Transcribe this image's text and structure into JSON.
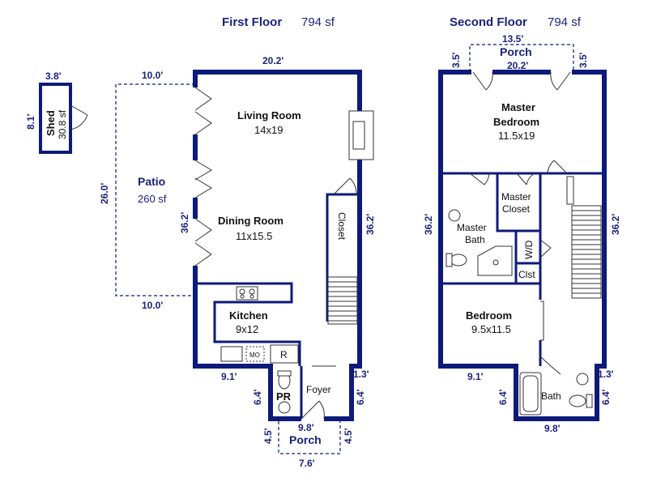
{
  "first_floor": {
    "title": "First Floor",
    "area": "794 sf",
    "dims": {
      "top": "20.2'",
      "left_patio_top": "10.0'",
      "left_patio_bottom": "10.0'",
      "patio_depth": "26.0'",
      "left_side": "36.2'",
      "right_side": "36.2'",
      "bottom_left": "9.1'",
      "bottom_right": "1.3'",
      "notch_left": "6.4'",
      "notch_right": "6.4'",
      "notch_bottom": "9.8'",
      "porch_left": "4.5'",
      "porch_right": "4.5'",
      "porch_width": "7.6'"
    },
    "shed": {
      "label": "Shed",
      "area": "30.8 sf",
      "width": "3.8'",
      "depth": "8.1'"
    },
    "patio": {
      "label": "Patio",
      "area": "260 sf"
    },
    "rooms": {
      "living": {
        "name": "Living Room",
        "size": "14x19"
      },
      "dining": {
        "name": "Dining Room",
        "size": "11x15.5"
      },
      "kitchen": {
        "name": "Kitchen",
        "size": "9x12"
      },
      "closet": {
        "name": "Closet"
      },
      "foyer": {
        "name": "Foyer"
      },
      "powder": {
        "name": "PR"
      },
      "porch": {
        "name": "Porch"
      }
    },
    "appliances": {
      "microwave": "MO",
      "refrigerator": "R"
    }
  },
  "second_floor": {
    "title": "Second Floor",
    "area": "794 sf",
    "dims": {
      "porch_width": "13.5'",
      "porch_left": "3.5'",
      "porch_right": "3.5'",
      "top": "20.2'",
      "left_side": "36.2'",
      "right_side": "36.2'",
      "bottom_left": "9.1'",
      "bottom_right": "1.3'",
      "notch_left": "6.4'",
      "notch_right": "6.4'",
      "notch_bottom": "9.8'"
    },
    "rooms": {
      "porch": {
        "name": "Porch"
      },
      "master_bedroom": {
        "name_line1": "Master",
        "name_line2": "Bedroom",
        "size": "11.5x19"
      },
      "master_closet": {
        "name_line1": "Master",
        "name_line2": "Closet"
      },
      "master_bath": {
        "name_line1": "Master",
        "name_line2": "Bath"
      },
      "washer_dryer": {
        "name": "W/D"
      },
      "closet": {
        "name": "Clst"
      },
      "bedroom": {
        "name": "Bedroom",
        "size": "9.5x11.5"
      },
      "bath": {
        "name": "Bath"
      }
    }
  },
  "colors": {
    "wall": "#0d1a7a",
    "text": "#1a237e",
    "room_text": "#111111",
    "background": "#ffffff"
  }
}
